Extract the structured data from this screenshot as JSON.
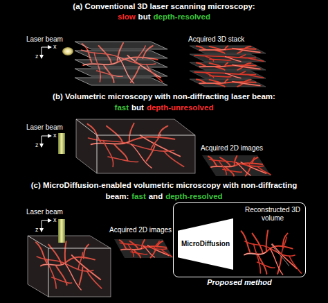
{
  "diagram": {
    "nodes": [
      {
        "text": [
          "Proposed method"
        ]
      },
      {
        "text": [
          "MicroDiffusion"
        ],
        "in": 0
      }
    ],
    "labels": [
      "(a) Conventional 3D laser scanning microscopy:",
      "slow",
      "but",
      "depth-resolved",
      "Laser beam",
      "x",
      "z",
      "Acquired 3D stack",
      "(b) Volumetric microscopy with non-diffracting laser beam:",
      "fast",
      "but",
      "depth-unresolved",
      "Laser beam",
      "x",
      "z",
      "Acquired 2D images",
      "(c) MicroDiffusion-enabled volumetric microscopy with non-diffracting",
      "beam:",
      "fast",
      "and",
      "depth-resolved",
      "Laser beam",
      "x",
      "z",
      "Acquired 2D images",
      "Reconstructed 3D volume"
    ]
  }
}
